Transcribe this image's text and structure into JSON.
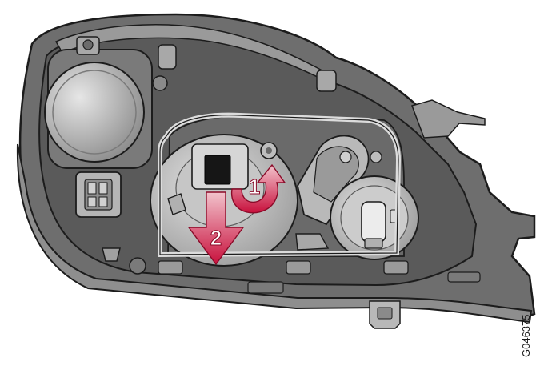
{
  "figure": {
    "code": "G046375",
    "steps": [
      {
        "number": "1",
        "action": "rotate"
      },
      {
        "number": "2",
        "action": "pull"
      }
    ],
    "colors": {
      "background": "#ffffff",
      "housing_dark": "#4a4a4a",
      "housing_mid": "#8c8c8c",
      "housing_light": "#b9b9b9",
      "outline": "#1c1c1c",
      "arrow": "#c8103c"
    }
  }
}
